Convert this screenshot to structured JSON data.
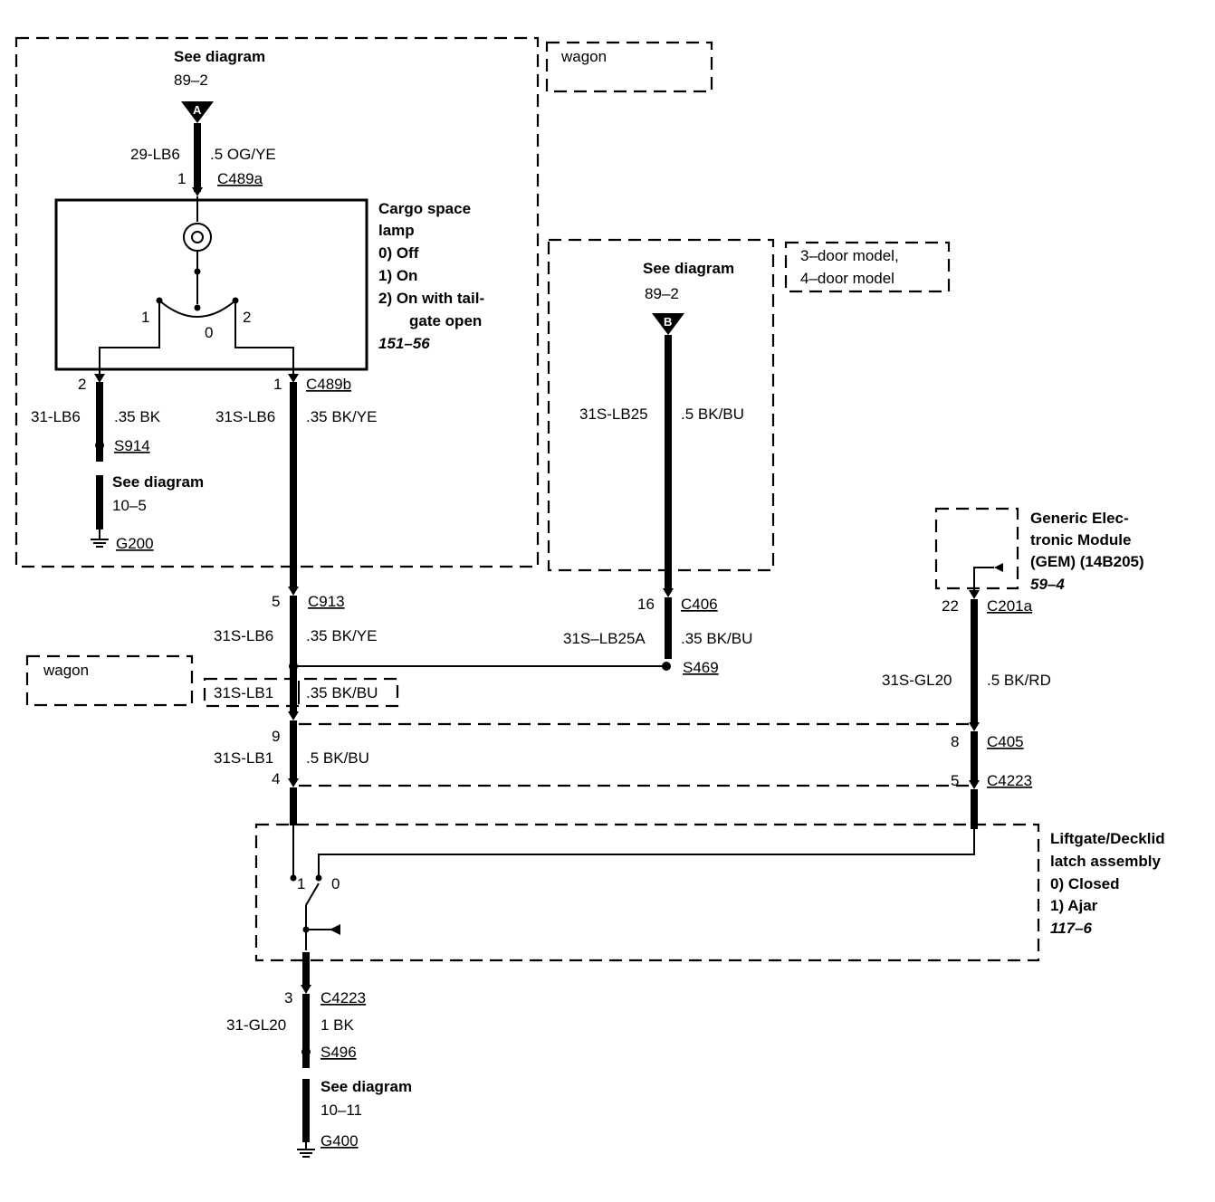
{
  "cargo_lamp": {
    "see": "See diagram",
    "ref": "89–2",
    "conn_pin": "1",
    "conn": "C489a",
    "circuit": "29-LB6",
    "wire": ".5 OG/YE",
    "connector_a": "A",
    "title1": "Cargo space",
    "title2": "lamp",
    "s0": "0)   Off",
    "s1": "1)   On",
    "s2a": "2)   On with tail-",
    "s2b": "gate open",
    "page": "151–56",
    "sw1": "1",
    "sw0": "0",
    "sw2": "2"
  },
  "ground_a": {
    "pin": "2",
    "circuit": "31-LB6",
    "wire": ".35 BK",
    "splice": "S914",
    "see": "See diagram",
    "ref": "10–5",
    "ground": "G200"
  },
  "lamp_out": {
    "pin": "1",
    "conn": "C489b",
    "circuit": "31S-LB6",
    "wire": ".35 BK/YE"
  },
  "wagon_top": "wagon",
  "wagon_left": "wagon",
  "model_note1": "3–door model,",
  "model_note2": "4–door model",
  "diagram_b": {
    "see": "See diagram",
    "ref": "89–2",
    "connector_b": "B",
    "circuit": "31S-LB25",
    "wire": ".5 BK/BU",
    "pin": "16",
    "conn": "C406",
    "circuit2": "31S–LB25A",
    "wire2": ".35 BK/BU",
    "splice": "S469"
  },
  "c913": {
    "pin": "5",
    "conn": "C913",
    "circuit": "31S-LB6",
    "wire": ".35 BK/YE"
  },
  "wagon_wire": {
    "circuit": "31S-LB1",
    "wire": ".35 BK/BU"
  },
  "c405_left": {
    "pin_top": "9",
    "circuit": "31S-LB1",
    "wire": ".5 BK/BU",
    "pin_bottom": "4"
  },
  "gem": {
    "title1": "Generic Elec-",
    "title2": "tronic Module",
    "title3": "(GEM) (14B205)",
    "page": "59–4",
    "pin": "22",
    "conn": "C201a",
    "circuit": "31S-GL20",
    "wire": ".5 BK/RD",
    "c405_pin": "8",
    "c405": "C405",
    "c4223_pin": "5",
    "c4223": "C4223"
  },
  "liftgate": {
    "title1": "Liftgate/Decklid",
    "title2": "latch assembly",
    "s0": "0)      Closed",
    "s1": "1)      Ajar",
    "page": "117–6",
    "sw1": "1",
    "sw0": "0"
  },
  "ground_b": {
    "pin": "3",
    "conn": "C4223",
    "circuit": "31-GL20",
    "wire": "1 BK",
    "splice": "S496",
    "see": "See diagram",
    "ref": "10–11",
    "ground": "G400"
  }
}
